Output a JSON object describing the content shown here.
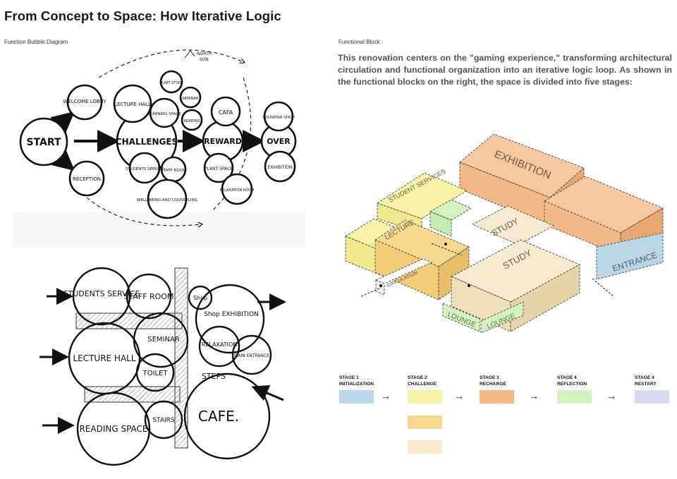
{
  "page": {
    "title": "From Concept to Space: How Iterative Logic",
    "left_label": "Function Bubble Diagram",
    "right_label": "Functional Block",
    "paragraph": "This renovation centers on the \"gaming experience,\" transforming architectural circulation and functional organization into an iterative logic loop. As shown in the functional blocks on the right, the space is divided into five stages:"
  },
  "bubble_diagram": {
    "north_sun": "NORTH SUN",
    "main": [
      "START",
      "CHALLENGES",
      "REWARD",
      "OVER"
    ],
    "welcome_lobby": "WELCOME LOBBY",
    "reception": "RECEPTION",
    "lecture_hall": "LECTURE HALL",
    "quiet_study": "QUIET STUDY",
    "learning_space": "LEARNING SPACE",
    "seminar": "SEMINAR",
    "reading": "READING",
    "students_service": "STUDENTS SERVICE",
    "staff_room": "STAFF ROOM",
    "wellbeing": "WELL-BEING AND COUNSELING",
    "cafa": "CAFA",
    "plant_space": "PLANT SPACE",
    "relaxation_room": "RELAXATION ROOM",
    "souvenir_shop": "SOUVENIR SHOP",
    "exhibition": "EXHIBITION"
  },
  "sketch_plan": {
    "students_service": "STUDENTS SERVICE",
    "staff_room": "STAFF ROOM",
    "lecture_hall": "LECTURE HALL",
    "seminar": "SEMINAR",
    "toilet": "TOILET",
    "reading_space": "READING SPACE",
    "stairs": "STAIRS",
    "shop_small": "Shop",
    "shop_exhibition": "Shop EXHIBITION",
    "relaxation": "RELAXATION",
    "main_entrance": "MAIN ENTRANCE",
    "steps": "STEPS",
    "cafe": "CAFE."
  },
  "blocks": {
    "exhibition": "EXHIBITION",
    "student_services": "STUDENT SERVICES",
    "lecture": "LECTURE",
    "study_upper": "STUDY",
    "study_lower": "STUDY",
    "entrance": "ENTRANCE",
    "circulation": "CIRCULATION",
    "lounge_left": "LOUNGE",
    "lounge_right": "LOUNGE"
  },
  "stages": [
    {
      "line1": "STAGE 1",
      "line2": "INITIALIZATION",
      "colors": [
        "#b8d6e6"
      ]
    },
    {
      "line1": "STAGE 2",
      "line2": "CHALLENGE",
      "colors": [
        "#f7f3a6",
        "#f6d88f",
        "#f7ebcf"
      ]
    },
    {
      "line1": "STAGE 3",
      "line2": "RECHARGE",
      "colors": [
        "#f2b987"
      ]
    },
    {
      "line1": "STAGE 4",
      "line2": "REFLECTION",
      "colors": [
        "#d3f2c0"
      ]
    },
    {
      "line1": "STAGE 4",
      "line2": "RESTART",
      "colors": [
        "#d7d9f0"
      ]
    }
  ]
}
